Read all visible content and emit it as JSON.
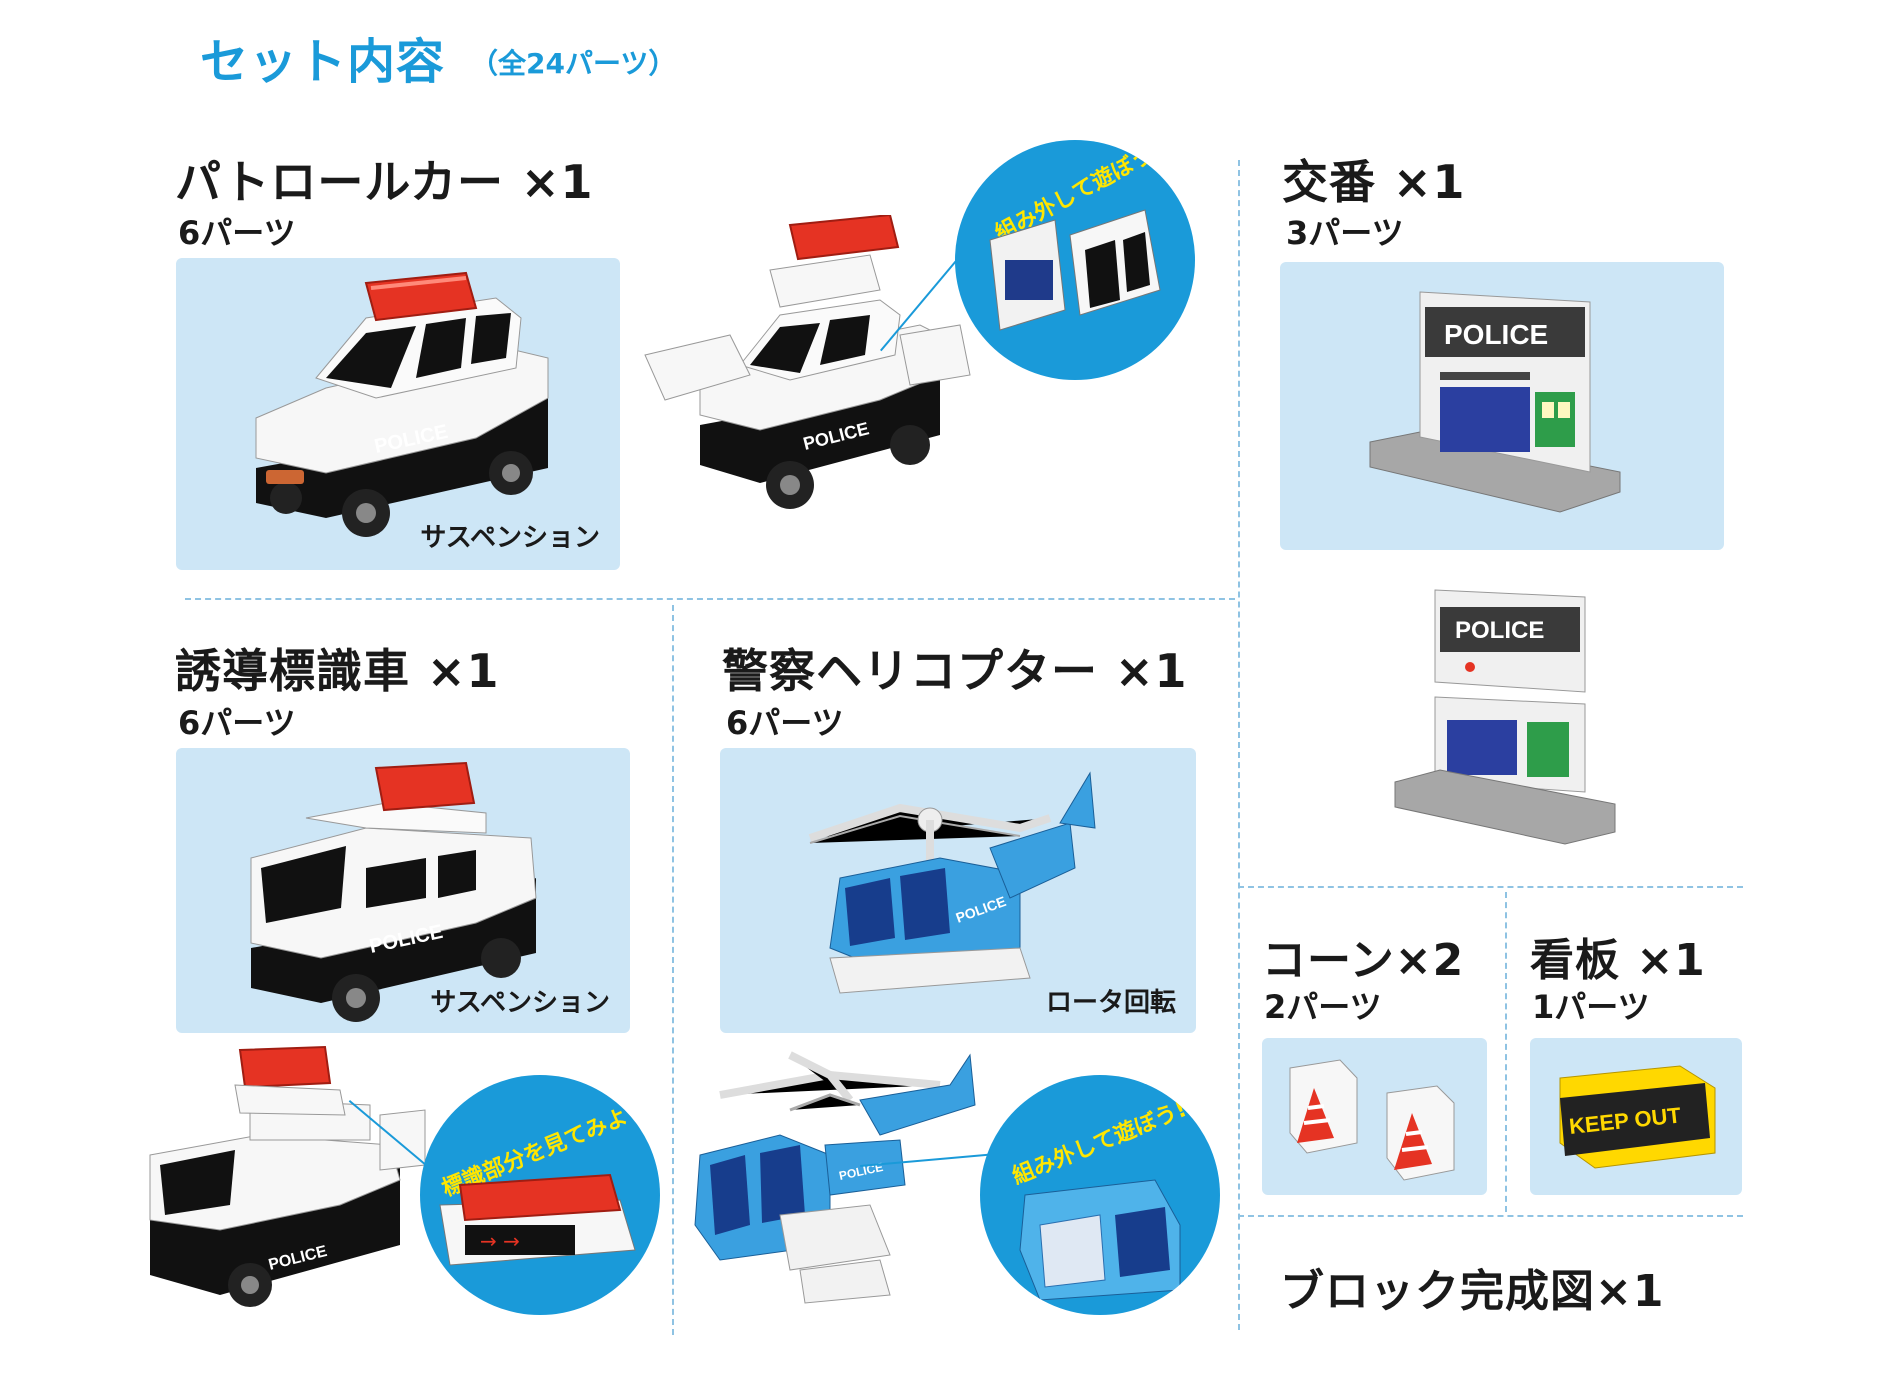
{
  "header": {
    "title": "セット内容",
    "subtitle": "（全24パーツ）"
  },
  "patrol_car": {
    "name": "パトロールカー ×1",
    "parts": "6パーツ",
    "caption": "サスペンション",
    "bubble": "組み外して遊ぼう!",
    "label": "POLICE"
  },
  "koban": {
    "name": "交番 ×1",
    "parts": "3パーツ",
    "label": "POLICE"
  },
  "sign_car": {
    "name": "誘導標識車 ×1",
    "parts": "6パーツ",
    "caption": "サスペンション",
    "bubble": "標識部分を見てみよう!",
    "label": "POLICE"
  },
  "helicopter": {
    "name": "警察ヘリコプター ×1",
    "parts": "6パーツ",
    "caption": "ロータ回転",
    "bubble": "組み外して遊ぼう!",
    "label": "POLICE"
  },
  "cone": {
    "name": "コーン×2",
    "parts": "2パーツ"
  },
  "signboard": {
    "name": "看板 ×1",
    "parts": "1パーツ",
    "label": "KEEP OUT"
  },
  "diagram": {
    "name": "ブロック完成図×1"
  },
  "colors": {
    "accent": "#1a9ad9",
    "panel": "#cde6f6",
    "bubble_text": "#ffe600",
    "siren": "#e53323"
  }
}
